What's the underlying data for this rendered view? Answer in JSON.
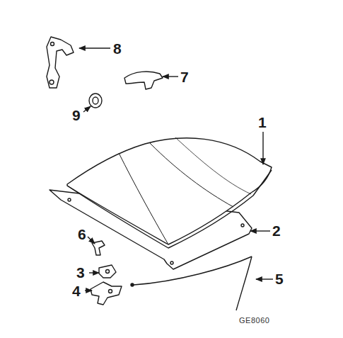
{
  "diagram": {
    "labels": [
      "8",
      "7",
      "9",
      "1",
      "2",
      "6",
      "3",
      "5",
      "4",
      "GE8060"
    ]
  }
}
